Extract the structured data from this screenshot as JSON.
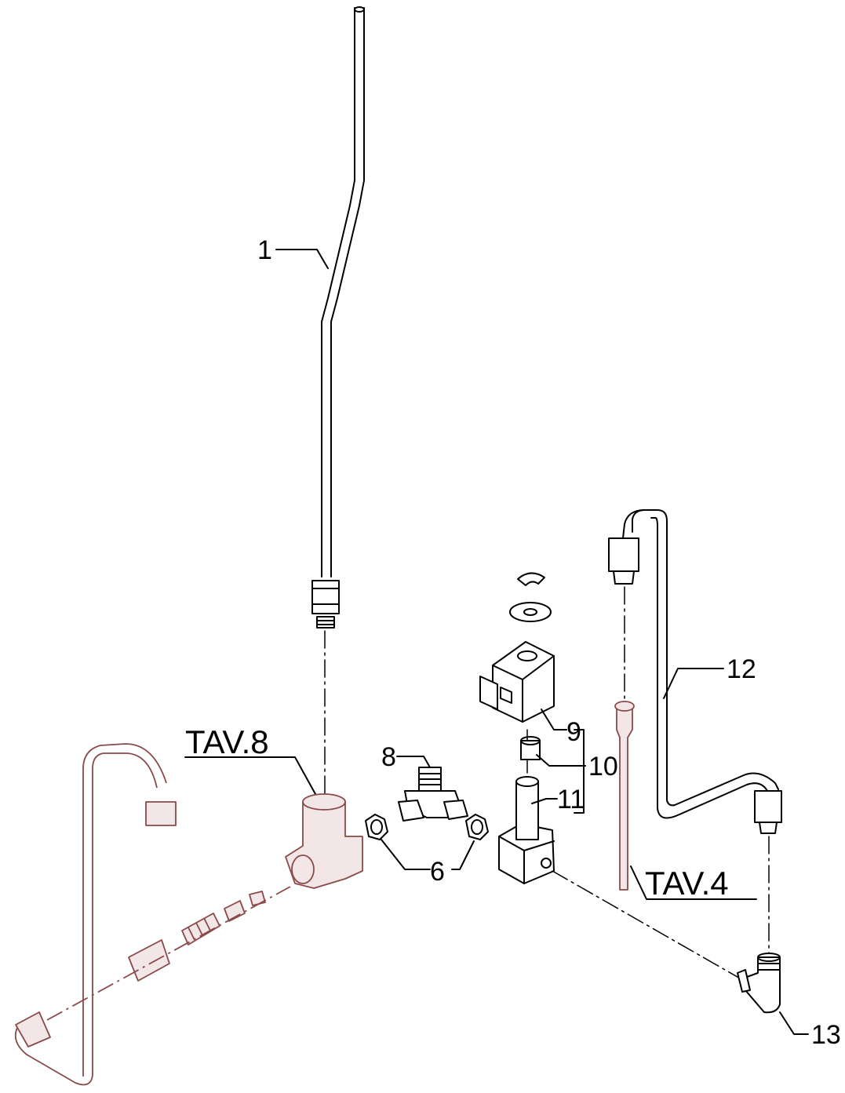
{
  "diagram": {
    "callouts": {
      "c1": "1",
      "c6": "6",
      "c8": "8",
      "c9": "9",
      "c10": "10",
      "c11": "11",
      "c12": "12",
      "c13": "13"
    },
    "references": {
      "tav8": "TAV.8",
      "tav4": "TAV.4"
    }
  },
  "colors": {
    "line": "#000000",
    "ghost": "#8a4a4a",
    "ghost_fill": "#f3e6e6"
  }
}
